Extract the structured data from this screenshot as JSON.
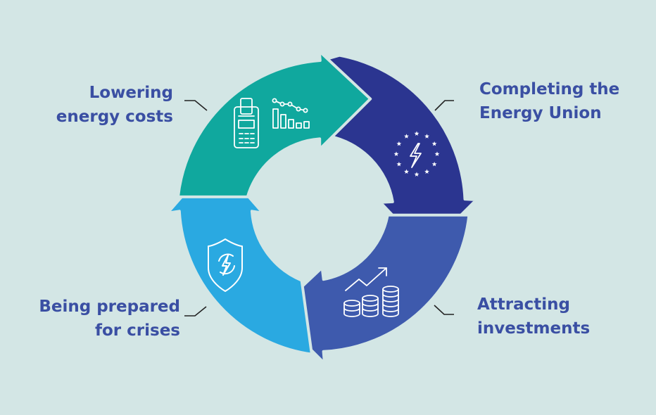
{
  "segments": [
    {
      "id": "energy-costs",
      "label_lines": [
        "Lowering",
        "energy costs"
      ],
      "color": "#10a89e",
      "icon": "calculator-chart-icon"
    },
    {
      "id": "energy-union",
      "label_lines": [
        "Completing the",
        "Energy Union"
      ],
      "color": "#2b3590",
      "icon": "eu-stars-lightning-icon"
    },
    {
      "id": "investments",
      "label_lines": [
        "Attracting",
        "investments"
      ],
      "color": "#3e5aad",
      "icon": "coins-growth-icon"
    },
    {
      "id": "crises",
      "label_lines": [
        "Being prepared",
        "for crises"
      ],
      "color": "#2aa9e1",
      "icon": "shield-lightning-icon"
    }
  ],
  "colors": {
    "background": "#d3e6e5",
    "label_text": "#3a4fa3",
    "connector": "#222222"
  }
}
